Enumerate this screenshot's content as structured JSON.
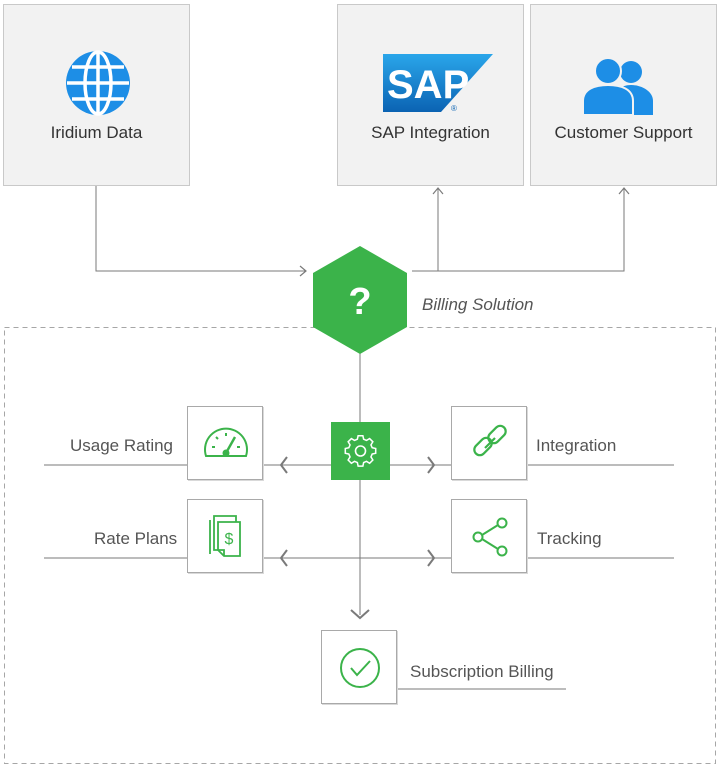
{
  "top": {
    "iridium_label": "Iridium Data",
    "sap_logo_text": "SAP",
    "sap_label": "SAP Integration",
    "support_label": "Customer Support"
  },
  "hub": {
    "symbol": "?",
    "label": "Billing Solution"
  },
  "features": {
    "usage_rating": "Usage Rating",
    "integration": "Integration",
    "rate_plans": "Rate Plans",
    "tracking": "Tracking",
    "subscription_billing": "Subscription Billing"
  },
  "colors": {
    "green": "#3bb34a",
    "blue": "#1d8ee6",
    "gray_line": "#7a7a7a",
    "box_fill": "#f2f2f2"
  }
}
